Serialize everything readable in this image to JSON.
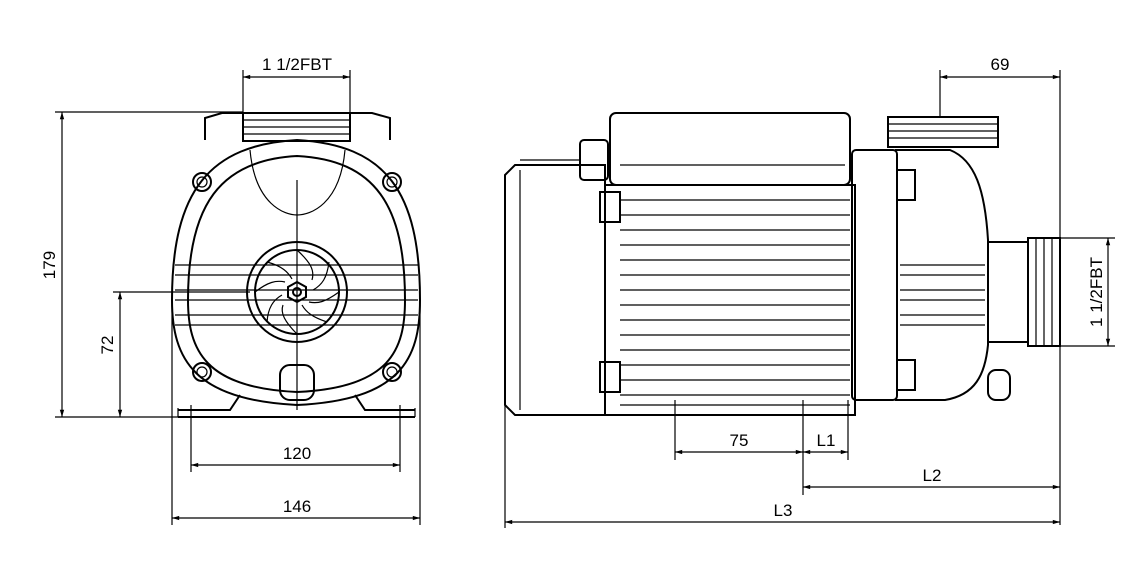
{
  "front_view": {
    "outlet_label": "1 1/2FBT",
    "height_total": "179",
    "height_center": "72",
    "base_mount_width": "120",
    "base_total_width": "146"
  },
  "side_view": {
    "outlet_offset": "69",
    "inlet_label": "1 1/2FBT",
    "mount_spacing": "75",
    "l1": "L1",
    "l2": "L2",
    "l3": "L3"
  }
}
